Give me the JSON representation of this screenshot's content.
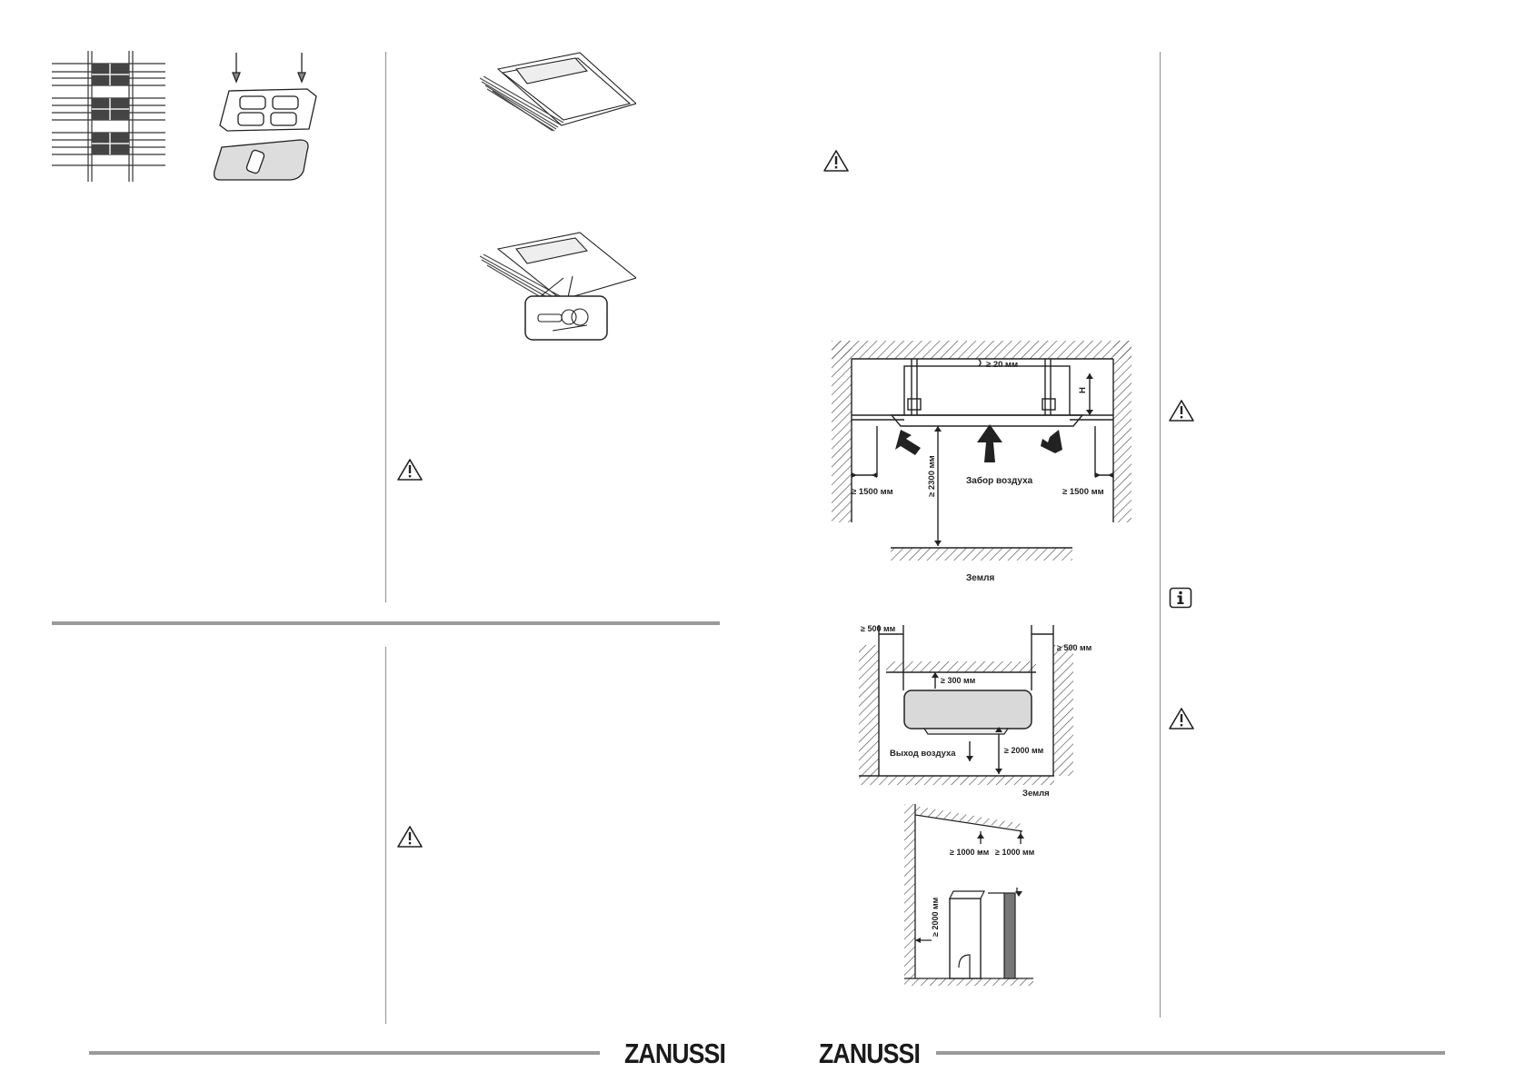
{
  "brand": {
    "name": "ZANUSSI"
  },
  "colors": {
    "rule": "#9a9a9a",
    "ink": "#222222",
    "unit_fill": "#d9d9d9"
  },
  "icons": {
    "warning": "warning-triangle-icon",
    "info": "info-icon"
  },
  "diagram_ceiling": {
    "gap_top": "≥ 20 мм",
    "height_label": "H",
    "clear_height": "≥ 2300 мм",
    "intake": "Забор воздуха",
    "side_left": "≥ 1500 мм",
    "side_right": "≥ 1500 мм",
    "ground": "Земля"
  },
  "diagram_wall": {
    "side_left": "≥ 500 мм",
    "side_right": "≥ 500 мм",
    "top": "≥ 300 мм",
    "outlet": "Выход воздуха",
    "bottom": "≥ 2000 мм",
    "ground": "Земля"
  },
  "diagram_outdoor": {
    "top_left": "≥ 1000 мм",
    "top_right": "≥ 1000 мм",
    "front": "≥ 2000 мм"
  }
}
